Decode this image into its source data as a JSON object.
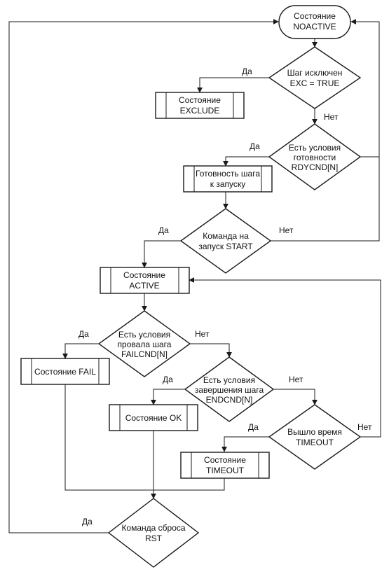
{
  "diagram": {
    "terminal_noactive": [
      "Состояние",
      "NOACTIVE"
    ],
    "state_exclude": [
      "Состояние",
      "EXCLUDE"
    ],
    "state_ready": [
      "Готовность шага",
      "к запуску"
    ],
    "state_active": [
      "Состояние",
      "ACTIVE"
    ],
    "state_fail": [
      "Состояние FAIL"
    ],
    "state_ok": [
      "Состояние OK"
    ],
    "state_timeout": [
      "Состояние",
      "TIMEOUT"
    ],
    "decision_exc": [
      "Шаг исключен",
      "EXC = TRUE"
    ],
    "decision_rdycnd": [
      "Есть условия",
      "готовности",
      "RDYCND[N]"
    ],
    "decision_start": [
      "Команда на",
      "запуск START"
    ],
    "decision_failcnd": [
      "Есть условия",
      "провала шага",
      "FAILCND[N]"
    ],
    "decision_endcnd": [
      "Есть условия",
      "завершения шага",
      "ENDCND[N]"
    ],
    "decision_timeout": [
      "Вышло время",
      "TIMEOUT"
    ],
    "decision_rst": [
      "Команда сброса",
      "RST"
    ],
    "labels": {
      "yes": "Да",
      "no": "Нет"
    }
  }
}
